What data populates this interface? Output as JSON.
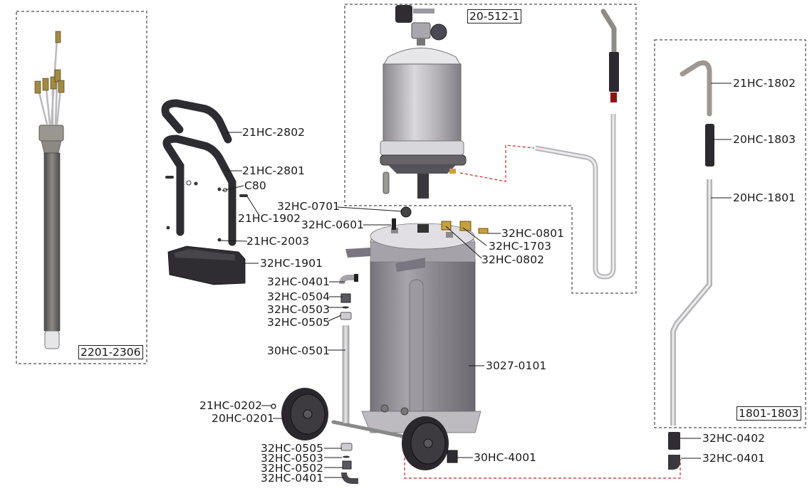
{
  "diagram": {
    "type": "exploded-parts-diagram",
    "groups": [
      {
        "id": "2201-2306",
        "label": "2201-2306"
      },
      {
        "id": "20-512-1",
        "label": "20-512-1"
      },
      {
        "id": "1801-1803",
        "label": "1801-1803"
      }
    ],
    "parts": [
      {
        "code": "21HC-2802"
      },
      {
        "code": "21HC-2801"
      },
      {
        "code": "C80"
      },
      {
        "code": "21HC-1902"
      },
      {
        "code": "21HC-2003"
      },
      {
        "code": "32HC-1901"
      },
      {
        "code": "32HC-0701"
      },
      {
        "code": "32HC-0601"
      },
      {
        "code": "32HC-0801"
      },
      {
        "code": "32HC-1703"
      },
      {
        "code": "32HC-0802"
      },
      {
        "code": "32HC-0401"
      },
      {
        "code": "32HC-0504"
      },
      {
        "code": "32HC-0503"
      },
      {
        "code": "32HC-0505"
      },
      {
        "code": "30HC-0501"
      },
      {
        "code": "3027-0101"
      },
      {
        "code": "21HC-0202"
      },
      {
        "code": "20HC-0201"
      },
      {
        "code": "32HC-0505"
      },
      {
        "code": "32HC-0503"
      },
      {
        "code": "32HC-0502"
      },
      {
        "code": "32HC-0401"
      },
      {
        "code": "30HC-4001"
      },
      {
        "code": "21HC-1802"
      },
      {
        "code": "20HC-1803"
      },
      {
        "code": "20HC-1801"
      },
      {
        "code": "32HC-0402"
      },
      {
        "code": "32HC-0401"
      }
    ],
    "colors": {
      "leader": "#1a1a1a",
      "group_border": "#222222",
      "connection_line": "#d42020",
      "tank_body": "#8c8790",
      "handle": "#2b2a2e",
      "brass": "#b8902e"
    }
  }
}
